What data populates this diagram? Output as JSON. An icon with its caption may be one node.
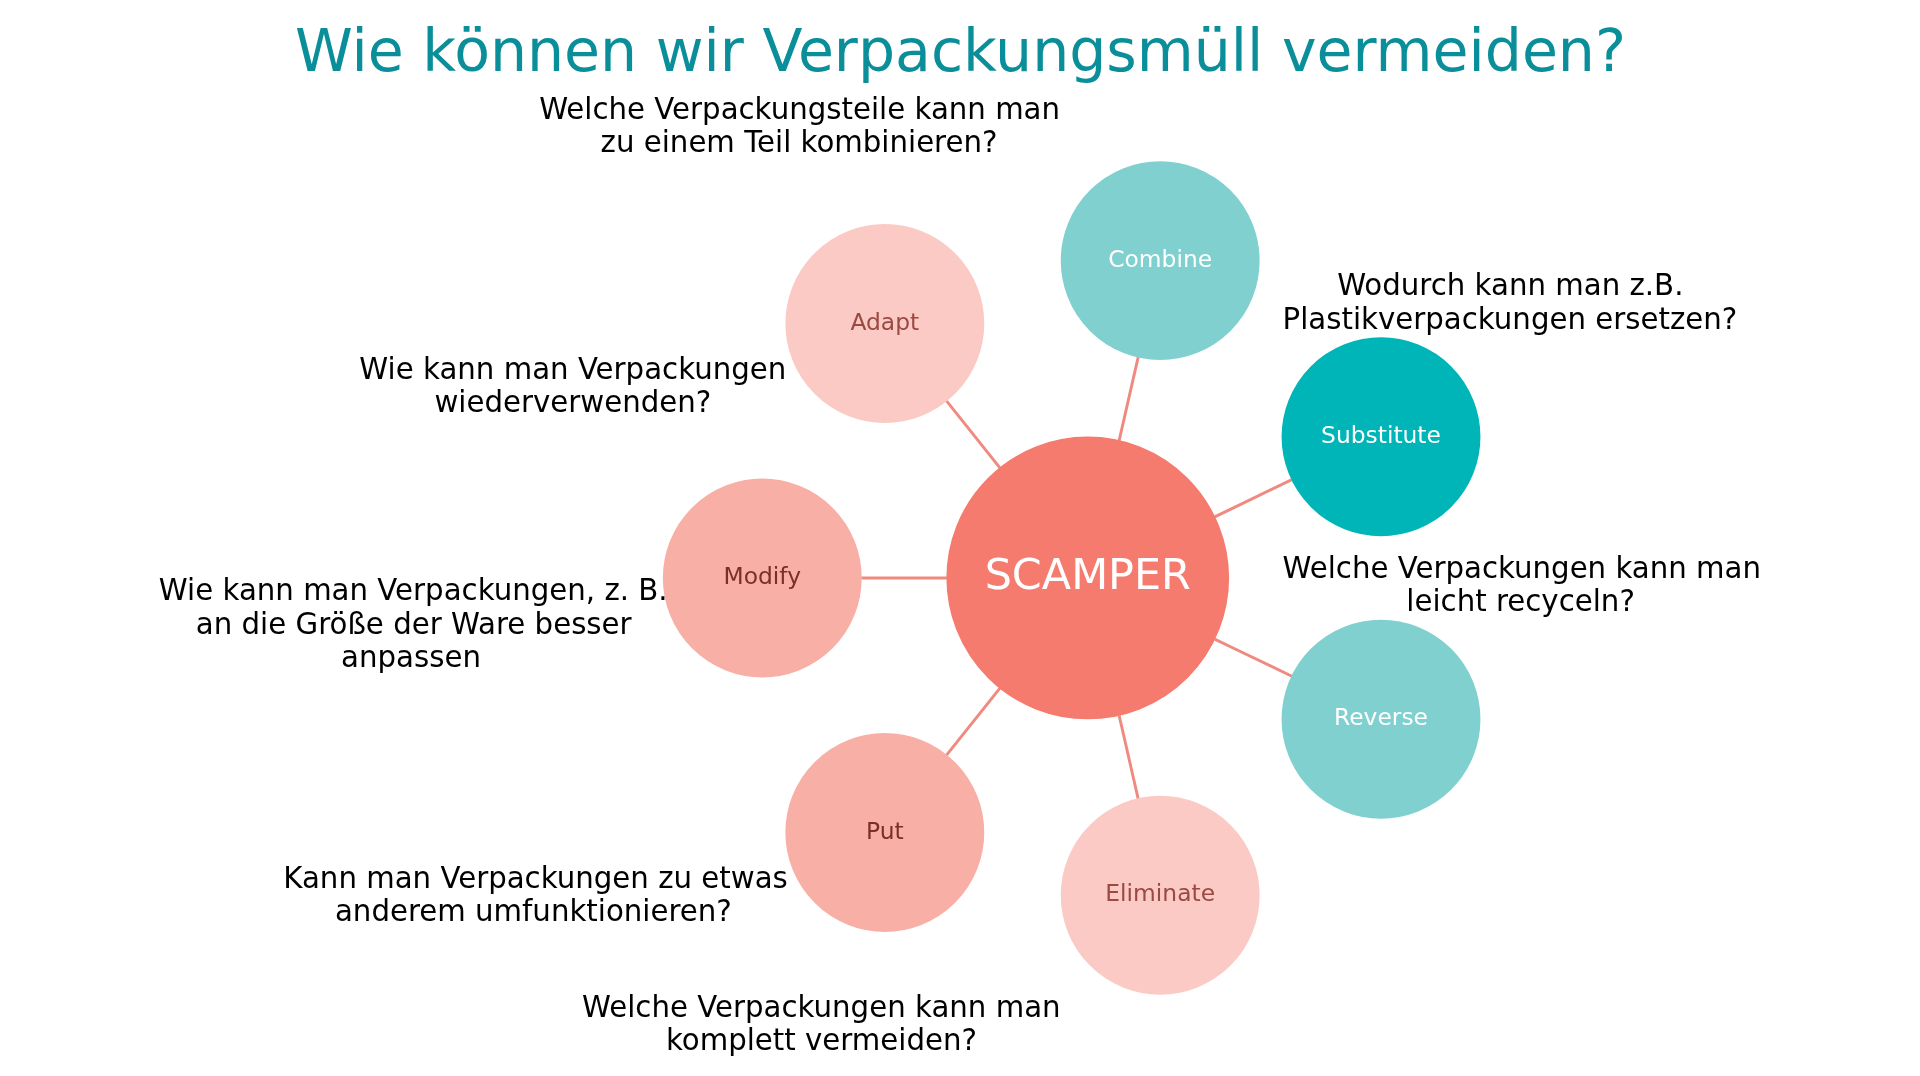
{
  "diagram": {
    "title": "Wie können wir Verpackungsmüll vermeiden?",
    "nodes": [
      {
        "text": [
          "SCAMPER"
        ]
      },
      {
        "text": [
          "Substitute"
        ],
        "beside": [
          "Wodurch kann man z.B. Plastikverpackungen ersetzen?"
        ]
      },
      {
        "text": [
          "Combine"
        ],
        "beside": [
          "Welche Verpackungsteile kann man zu einem Teil kombinieren?"
        ]
      },
      {
        "text": [
          "Adapt"
        ],
        "beside": [
          "Wie kann man Verpackungen wiederverwenden?"
        ]
      },
      {
        "text": [
          "Modify"
        ],
        "beside": [
          "Wie kann man Verpackungen, z. B. an die Größe der Ware besser anpassen"
        ]
      },
      {
        "text": [
          "Put"
        ],
        "beside": [
          "Kann man Verpackungen zu etwas anderem umfunktionieren?"
        ]
      },
      {
        "text": [
          "Eliminate"
        ],
        "beside": [
          "Welche Verpackungen kann man komplett vermeiden?"
        ]
      },
      {
        "text": [
          "Reverse"
        ],
        "beside": [
          "Welche Verpackungen kann man leicht recyceln?"
        ]
      }
    ],
    "edges": [
      {
        "from": 0,
        "to": 1,
        "arrow": "none"
      },
      {
        "from": 0,
        "to": 2,
        "arrow": "none"
      },
      {
        "from": 0,
        "to": 3,
        "arrow": "none"
      },
      {
        "from": 0,
        "to": 4,
        "arrow": "none"
      },
      {
        "from": 0,
        "to": 5,
        "arrow": "none"
      },
      {
        "from": 0,
        "to": 6,
        "arrow": "none"
      },
      {
        "from": 0,
        "to": 7,
        "arrow": "none"
      }
    ]
  }
}
